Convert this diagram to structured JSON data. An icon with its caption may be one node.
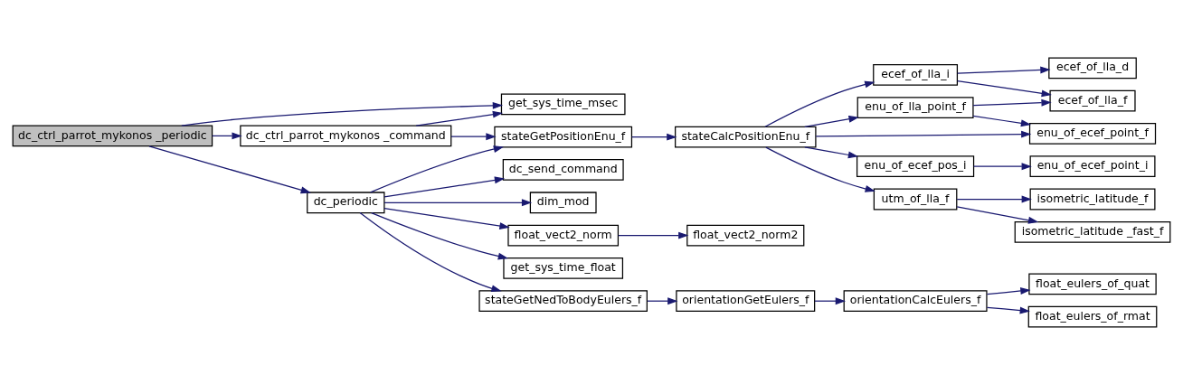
{
  "diagram": {
    "nodes": [
      {
        "text": [
          "dc_ctrl_parrot_mykonos _periodic"
        ]
      },
      {
        "text": [
          "get_sys_time_msec"
        ]
      },
      {
        "text": [
          "dc_ctrl_parrot_mykonos _command"
        ]
      },
      {
        "text": [
          "stateGetPositionEnu_f"
        ]
      },
      {
        "text": [
          "dc_periodic"
        ]
      },
      {
        "text": [
          "dc_send_command"
        ]
      },
      {
        "text": [
          "dim_mod"
        ]
      },
      {
        "text": [
          "float_vect2_norm"
        ]
      },
      {
        "text": [
          "float_vect2_norm2"
        ]
      },
      {
        "text": [
          "get_sys_time_float"
        ]
      },
      {
        "text": [
          "stateGetNedToBodyEulers_f"
        ]
      },
      {
        "text": [
          "orientationGetEulers_f"
        ]
      },
      {
        "text": [
          "orientationCalcEulers_f"
        ]
      },
      {
        "text": [
          "float_eulers_of_quat"
        ]
      },
      {
        "text": [
          "float_eulers_of_rmat"
        ]
      },
      {
        "text": [
          "stateCalcPositionEnu_f"
        ]
      },
      {
        "text": [
          "ecef_of_lla_i"
        ]
      },
      {
        "text": [
          "ecef_of_lla_d"
        ]
      },
      {
        "text": [
          "enu_of_lla_point_f"
        ]
      },
      {
        "text": [
          "ecef_of_lla_f"
        ]
      },
      {
        "text": [
          "enu_of_ecef_point_f"
        ]
      },
      {
        "text": [
          "enu_of_ecef_pos_i"
        ]
      },
      {
        "text": [
          "enu_of_ecef_point_i"
        ]
      },
      {
        "text": [
          "utm_of_lla_f"
        ]
      },
      {
        "text": [
          "isometric_latitude_f"
        ]
      },
      {
        "text": [
          "isometric_latitude _fast_f"
        ]
      }
    ],
    "edges": [
      {
        "from": 0,
        "to": 1,
        "arrow": "to"
      },
      {
        "from": 0,
        "to": 2,
        "arrow": "to"
      },
      {
        "from": 0,
        "to": 4,
        "arrow": "to"
      },
      {
        "from": 2,
        "to": 1,
        "arrow": "to"
      },
      {
        "from": 2,
        "to": 3,
        "arrow": "to"
      },
      {
        "from": 4,
        "to": 3,
        "arrow": "to"
      },
      {
        "from": 4,
        "to": 5,
        "arrow": "to"
      },
      {
        "from": 4,
        "to": 6,
        "arrow": "to"
      },
      {
        "from": 4,
        "to": 7,
        "arrow": "to"
      },
      {
        "from": 4,
        "to": 9,
        "arrow": "to"
      },
      {
        "from": 4,
        "to": 10,
        "arrow": "to"
      },
      {
        "from": 7,
        "to": 8,
        "arrow": "to"
      },
      {
        "from": 3,
        "to": 15,
        "arrow": "to"
      },
      {
        "from": 10,
        "to": 11,
        "arrow": "to"
      },
      {
        "from": 11,
        "to": 12,
        "arrow": "to"
      },
      {
        "from": 12,
        "to": 13,
        "arrow": "to"
      },
      {
        "from": 12,
        "to": 14,
        "arrow": "to"
      },
      {
        "from": 15,
        "to": 16,
        "arrow": "to"
      },
      {
        "from": 15,
        "to": 18,
        "arrow": "to"
      },
      {
        "from": 15,
        "to": 20,
        "arrow": "to"
      },
      {
        "from": 15,
        "to": 21,
        "arrow": "to"
      },
      {
        "from": 15,
        "to": 23,
        "arrow": "to"
      },
      {
        "from": 16,
        "to": 17,
        "arrow": "to"
      },
      {
        "from": 16,
        "to": 19,
        "arrow": "to"
      },
      {
        "from": 18,
        "to": 19,
        "arrow": "to"
      },
      {
        "from": 18,
        "to": 20,
        "arrow": "to"
      },
      {
        "from": 21,
        "to": 22,
        "arrow": "to"
      },
      {
        "from": 23,
        "to": 24,
        "arrow": "to"
      },
      {
        "from": 23,
        "to": 25,
        "arrow": "to"
      }
    ]
  }
}
